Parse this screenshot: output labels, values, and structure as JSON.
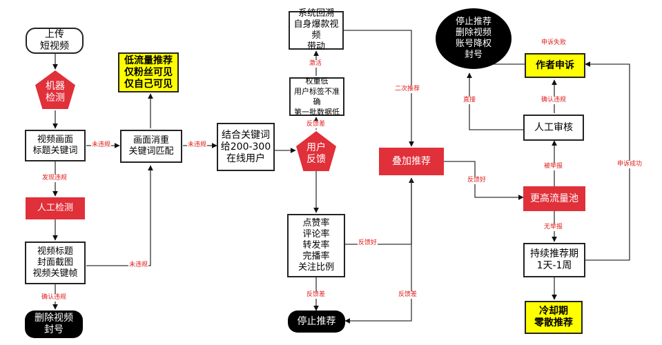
{
  "nodes": {
    "upload": "上传\n短视频",
    "machine_check": "机器\n检测",
    "video_title_keywords": "视频画面\n标题关键词",
    "manual_check": "人工检测",
    "video_title_cover": "视频标题\n封面截图\n视频关键帧",
    "delete_ban": "删除视频\n封号",
    "low_traffic": "低流量推荐\n仅粉丝可见\n仅自己可见",
    "dedupe": "画面消重\n关键词匹配",
    "online_users": "结合关键词\n给200-300\n在线用户",
    "user_feedback": "用户\n反馈",
    "backtrack": "系统回溯\n自身爆款视频\n带动",
    "low_weight": "权重低\n用户标签不准确\n第一批数据低",
    "metrics": "点赞率\n评论率\n转发率\n完播率\n关注比例",
    "stop_recommend": "停止推荐",
    "boost_recommend": "叠加推荐",
    "stop_delete_ban": "停止推荐\n删除视频\n账号降权\n封号",
    "appeal": "作者申诉",
    "manual_review": "人工审核",
    "higher_pool": "更高流量池",
    "sustained": "持续推荐期\n1天-1周",
    "cooldown": "冷却期\n零散推荐"
  },
  "edge_labels": {
    "violation_found": "发现违规",
    "no_violation_1": "未违规",
    "no_violation_2": "未违规",
    "no_violation_3": "未违规",
    "confirm_violation": "确认违规",
    "feedback_bad_1": "反馈差",
    "activate": "激活",
    "feedback_good_1": "反馈好",
    "feedback_bad_2": "反馈差",
    "feedback_bad_3": "反馈差",
    "second_recommend": "二次推荐",
    "feedback_good_2": "反馈好",
    "appeal_fail": "申诉失败",
    "direct": "直接",
    "confirm_violation_2": "确认违规",
    "reported": "被举报",
    "no_report": "无举报",
    "appeal_success": "申诉成功"
  },
  "colors": {
    "highlight_red": "#e0303a",
    "highlight_yellow": "#ffff00",
    "terminal_black": "#000000",
    "label_red": "#e01b1b"
  }
}
